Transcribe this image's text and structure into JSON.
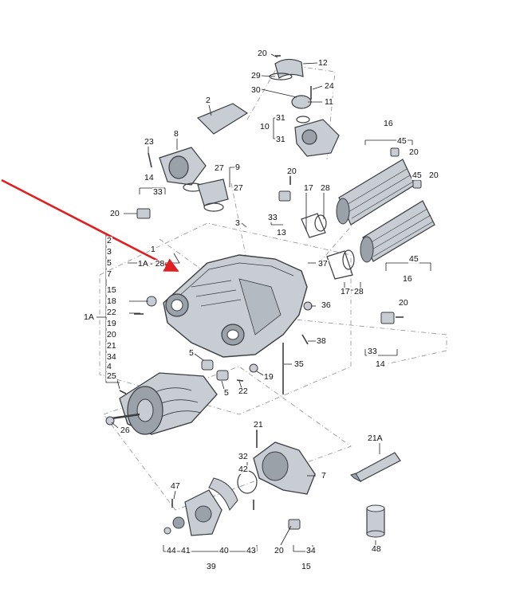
{
  "diagram": {
    "accent_color": "#e02020",
    "part_fill": "#c8cdd3",
    "part_stroke": "#3a3d42",
    "labels": [
      {
        "id": "l-20a",
        "text": "20"
      },
      {
        "id": "l-12",
        "text": "12"
      },
      {
        "id": "l-29",
        "text": "29"
      },
      {
        "id": "l-30",
        "text": "30"
      },
      {
        "id": "l-24",
        "text": "24"
      },
      {
        "id": "l-11",
        "text": "11"
      },
      {
        "id": "l-2",
        "text": "2"
      },
      {
        "id": "l-31a",
        "text": "31"
      },
      {
        "id": "l-10",
        "text": "10"
      },
      {
        "id": "l-31b",
        "text": "31"
      },
      {
        "id": "l-16a",
        "text": "16"
      },
      {
        "id": "l-8",
        "text": "8"
      },
      {
        "id": "l-23",
        "text": "23"
      },
      {
        "id": "l-45a",
        "text": "45"
      },
      {
        "id": "l-20b",
        "text": "20"
      },
      {
        "id": "l-9",
        "text": "9"
      },
      {
        "id": "l-27a",
        "text": "27"
      },
      {
        "id": "l-27b",
        "text": "27"
      },
      {
        "id": "l-20c",
        "text": "20"
      },
      {
        "id": "l-45b",
        "text": "45"
      },
      {
        "id": "l-20d",
        "text": "20"
      },
      {
        "id": "l-14a",
        "text": "14"
      },
      {
        "id": "l-33a",
        "text": "33"
      },
      {
        "id": "l-17a",
        "text": "17"
      },
      {
        "id": "l-28a",
        "text": "28"
      },
      {
        "id": "l-20e",
        "text": "20"
      },
      {
        "id": "l-33b",
        "text": "33"
      },
      {
        "id": "l-3",
        "text": "3"
      },
      {
        "id": "l-13",
        "text": "13"
      },
      {
        "id": "l-2b",
        "text": "2"
      },
      {
        "id": "l-3b",
        "text": "3"
      },
      {
        "id": "l-5a",
        "text": "5"
      },
      {
        "id": "l-7a",
        "text": "7"
      },
      {
        "id": "l-1",
        "text": "1"
      },
      {
        "id": "l-1A28",
        "text": "1A - 28"
      },
      {
        "id": "l-37",
        "text": "37"
      },
      {
        "id": "l-45c",
        "text": "45"
      },
      {
        "id": "l-16b",
        "text": "16"
      },
      {
        "id": "l-17b",
        "text": "17"
      },
      {
        "id": "l-28b",
        "text": "28"
      },
      {
        "id": "l-15a",
        "text": "15"
      },
      {
        "id": "l-18",
        "text": "18"
      },
      {
        "id": "l-22a",
        "text": "22"
      },
      {
        "id": "l-1A",
        "text": "1A"
      },
      {
        "id": "l-19a",
        "text": "19"
      },
      {
        "id": "l-20f",
        "text": "20"
      },
      {
        "id": "l-21a",
        "text": "21"
      },
      {
        "id": "l-34a",
        "text": "34"
      },
      {
        "id": "l-4",
        "text": "4"
      },
      {
        "id": "l-25",
        "text": "25"
      },
      {
        "id": "l-36",
        "text": "36"
      },
      {
        "id": "l-20g",
        "text": "20"
      },
      {
        "id": "l-38",
        "text": "38"
      },
      {
        "id": "l-33c",
        "text": "33"
      },
      {
        "id": "l-14b",
        "text": "14"
      },
      {
        "id": "l-5b",
        "text": "5"
      },
      {
        "id": "l-19b",
        "text": "19"
      },
      {
        "id": "l-35",
        "text": "35"
      },
      {
        "id": "l-5c",
        "text": "5"
      },
      {
        "id": "l-22b",
        "text": "22"
      },
      {
        "id": "l-26",
        "text": "26"
      },
      {
        "id": "l-21b",
        "text": "21"
      },
      {
        "id": "l-21A",
        "text": "21A"
      },
      {
        "id": "l-32",
        "text": "32"
      },
      {
        "id": "l-42",
        "text": "42"
      },
      {
        "id": "l-7b",
        "text": "7"
      },
      {
        "id": "l-47",
        "text": "47"
      },
      {
        "id": "l-20h",
        "text": "20"
      },
      {
        "id": "l-34b",
        "text": "34"
      },
      {
        "id": "l-44",
        "text": "44"
      },
      {
        "id": "l-41",
        "text": "41"
      },
      {
        "id": "l-40",
        "text": "40"
      },
      {
        "id": "l-43",
        "text": "43"
      },
      {
        "id": "l-48",
        "text": "48"
      },
      {
        "id": "l-39",
        "text": "39"
      },
      {
        "id": "l-15b",
        "text": "15"
      }
    ]
  }
}
